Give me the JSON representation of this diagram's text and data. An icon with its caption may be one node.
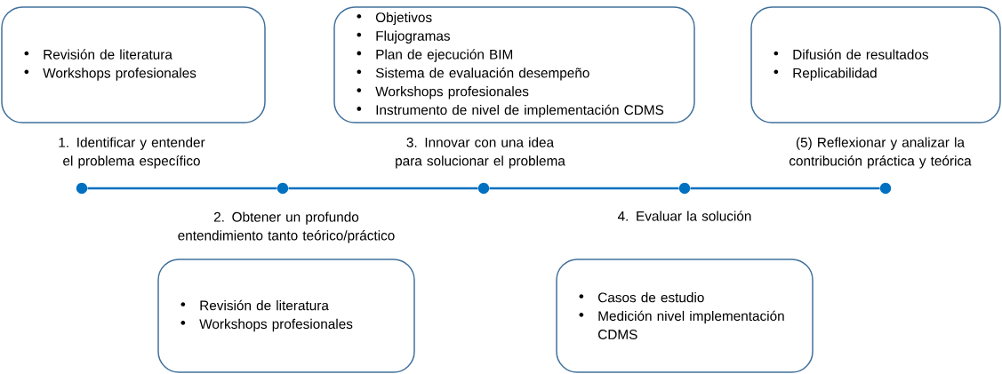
{
  "diagram": {
    "nodes": [
      {
        "text": [
          "Revisión de literatura",
          "Workshops profesionales"
        ]
      },
      {
        "text": [
          "Revisión de literatura",
          "Workshops profesionales"
        ]
      },
      {
        "text": [
          "Objetivos",
          "Flujogramas",
          "Plan de ejecución BIM",
          "Sistema de evaluación desempeño",
          "Workshops profesionales",
          "Instrumento de nivel de implementación CDMS"
        ]
      },
      {
        "text": [
          "Casos de estudio",
          "Medición nivel implementación CDMS"
        ]
      },
      {
        "text": [
          "Difusión de resultados",
          "Replicabilidad"
        ]
      },
      {
        "text": [],
        "shape": "circle",
        "beside": [
          "1. Identificar y entender el problema específico"
        ]
      },
      {
        "text": [],
        "shape": "circle",
        "beside": [
          "2. Obtener un profundo entendimiento tanto teórico/práctico"
        ]
      },
      {
        "text": [],
        "shape": "circle",
        "beside": [
          "3. Innovar con una idea para solucionar el problema"
        ]
      },
      {
        "text": [],
        "shape": "circle",
        "beside": [
          "4. Evaluar la solución"
        ]
      },
      {
        "text": [],
        "shape": "circle",
        "beside": [
          "(5) Reflexionar y analizar la contribución práctica y teórica"
        ]
      }
    ],
    "edges": [
      {
        "from": 5,
        "to": 6,
        "arrow": "none"
      },
      {
        "from": 6,
        "to": 7,
        "arrow": "none"
      },
      {
        "from": 7,
        "to": 8,
        "arrow": "none"
      },
      {
        "from": 8,
        "to": 9,
        "arrow": "none"
      }
    ]
  }
}
